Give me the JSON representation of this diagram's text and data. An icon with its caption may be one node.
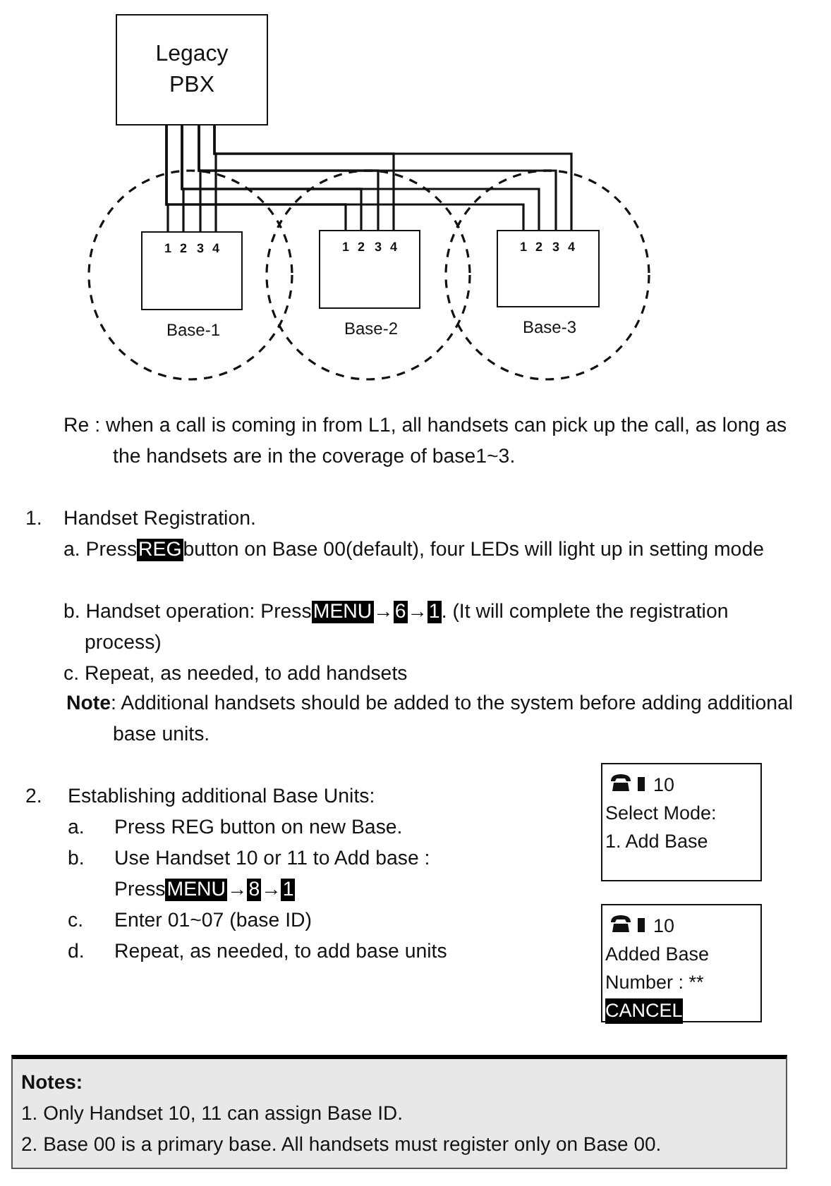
{
  "diagram": {
    "nodes": [
      {
        "text": [
          "Legacy PBX"
        ]
      },
      {
        "text": [
          "Base-1"
        ]
      },
      {
        "text": [
          "1"
        ],
        "in": 1
      },
      {
        "text": [
          "2"
        ],
        "in": 1
      },
      {
        "text": [
          "3"
        ],
        "in": 1
      },
      {
        "text": [
          "4"
        ],
        "in": 1
      },
      {
        "text": [
          "Base-2"
        ]
      },
      {
        "text": [
          "1"
        ],
        "in": 6
      },
      {
        "text": [
          "2"
        ],
        "in": 6
      },
      {
        "text": [
          "3"
        ],
        "in": 6
      },
      {
        "text": [
          "4"
        ],
        "in": 6
      },
      {
        "text": [
          "Base-3"
        ]
      },
      {
        "text": [
          "1"
        ],
        "in": 11
      },
      {
        "text": [
          "2"
        ],
        "in": 11
      },
      {
        "text": [
          "3"
        ],
        "in": 11
      },
      {
        "text": [
          "4"
        ],
        "in": 11
      },
      {
        "text": [
          "10",
          "Select Mode:",
          "1. Add Base"
        ]
      },
      {
        "text": [
          "10",
          "Added Base",
          "Number : **",
          "CANCEL"
        ]
      },
      {
        "text": [
          "Notes:",
          "1. Only Handset 10, 11 can assign Base ID.",
          "2. Base 00 is a primary base. All handsets must register only on Base 00."
        ]
      }
    ],
    "edges": [
      {
        "from": 0,
        "to": 2,
        "arrow": "none"
      },
      {
        "from": 0,
        "to": 3,
        "arrow": "none"
      },
      {
        "from": 0,
        "to": 4,
        "arrow": "none"
      },
      {
        "from": 0,
        "to": 5,
        "arrow": "none"
      },
      {
        "from": 0,
        "to": 7,
        "arrow": "none"
      },
      {
        "from": 0,
        "to": 8,
        "arrow": "none"
      },
      {
        "from": 0,
        "to": 9,
        "arrow": "none"
      },
      {
        "from": 0,
        "to": 10,
        "arrow": "none"
      },
      {
        "from": 0,
        "to": 12,
        "arrow": "none"
      },
      {
        "from": 0,
        "to": 13,
        "arrow": "none"
      },
      {
        "from": 0,
        "to": 14,
        "arrow": "none"
      },
      {
        "from": 0,
        "to": 15,
        "arrow": "none"
      }
    ],
    "labels": [
      "Re : when a call is coming in from L1, all handsets can pick up the call, as long as the handsets are in the coverage of base1~3.",
      "1.",
      "Handset Registration.",
      "a. Press",
      "REG",
      "button on Base 00(default), four LEDs will light up in setting mode",
      "b. Handset operation: Press",
      "MENU",
      "→",
      "6",
      "→",
      "1",
      ". (It will complete the registration process)",
      "c. Repeat, as needed, to add handsets",
      "**Note**: Additional handsets should be added to the system before adding additional base units.",
      "2.",
      "Establishing additional Base Units:",
      "a.",
      "Press REG button on new Base.",
      "b.",
      "Use Handset 10 or 11 to Add base :",
      "Press",
      "MENU",
      "→",
      "8",
      "→",
      "1",
      "c.",
      "Enter 01~07 (base ID)",
      "d.",
      "Repeat, as needed, to add base units"
    ]
  }
}
